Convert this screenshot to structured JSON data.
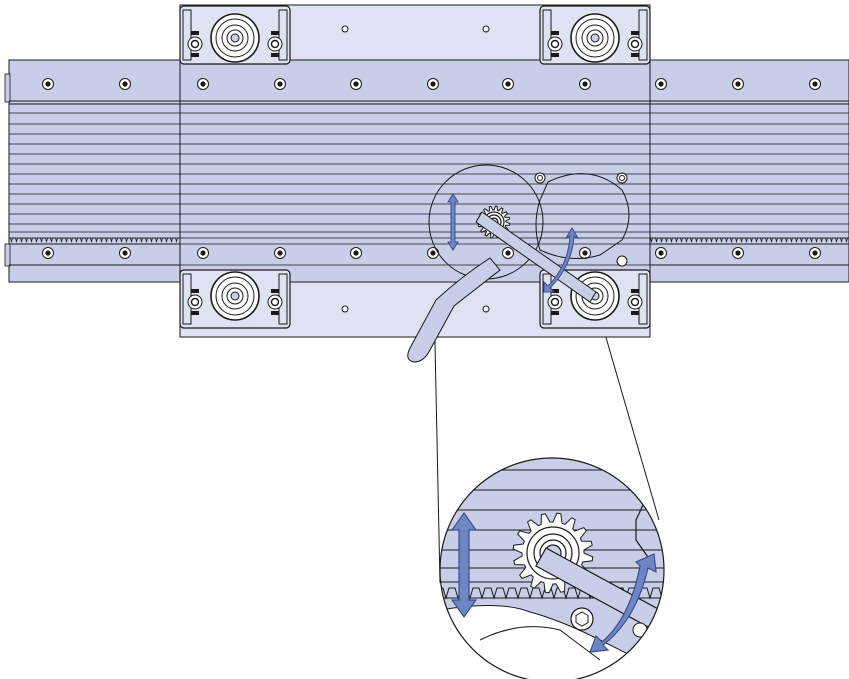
{
  "drawing": {
    "view": "top-view",
    "subject": "linear-axis-carriage-with-rack-and-pinion-adjustment",
    "detail": "magnified-pinion-rack-engagement",
    "colors": {
      "rail_fill": "#c8cde8",
      "plate_fill": "#dfe2f2",
      "line": "#1a1a1a",
      "arrow_fill": "#6f86c4",
      "arrow_stroke": "#3b4f8e",
      "white": "#ffffff"
    },
    "icons": {
      "vertical_adjust": "double-arrow-vertical-icon",
      "rotary_adjust": "curved-double-arrow-icon",
      "wrench": "wrench-icon",
      "roller": "roller-bearing-icon"
    }
  }
}
